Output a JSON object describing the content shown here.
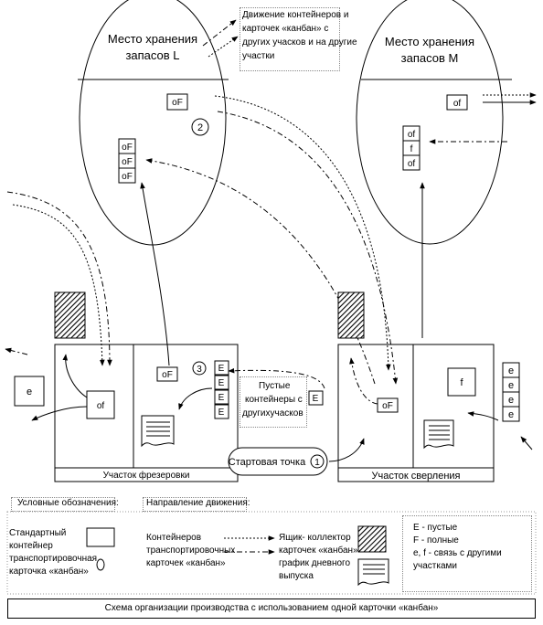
{
  "storage_L": {
    "title_line1": "Место хранения",
    "title_line2": "запасов L",
    "badge": "2"
  },
  "storage_M": {
    "title_line1": "Место хранения",
    "title_line2": "запасов M"
  },
  "movement_note": [
    "Движение контейнеров и",
    "карточек «канбан» с",
    "других учасков и на другие",
    "участки"
  ],
  "card_oF": "oF",
  "card_of": "of",
  "card_f": "f",
  "card_e": "e",
  "card_E": "E",
  "badge_3": "3",
  "badge_1": "1",
  "empty_containers_note": [
    "Пустые",
    "контейнеры с",
    "другихучасков"
  ],
  "start_point": "Стартовая точка",
  "milling_section": "Участок фрезеровки",
  "drilling_section": "Участок сверления",
  "legend": {
    "title": "Условные обозначения:",
    "direction_title": "Направление движения:",
    "std_container": [
      "Стандартный",
      "контейнер"
    ],
    "transport_card": [
      "транспортировочная",
      "карточка «канбан»"
    ],
    "movement_items": [
      "Контейнеров",
      "транспортировочных",
      "карточек «канбан»"
    ],
    "collector": [
      "Ящик- коллектор",
      "карточек «канбан»"
    ],
    "schedule": [
      "график дневного",
      "выпуска"
    ],
    "codes": [
      "E - пустые",
      "F - полные",
      "e, f - связь с другими",
      "участками"
    ]
  },
  "footer": "Схема организации производства с использованием одной карточки «канбан»"
}
